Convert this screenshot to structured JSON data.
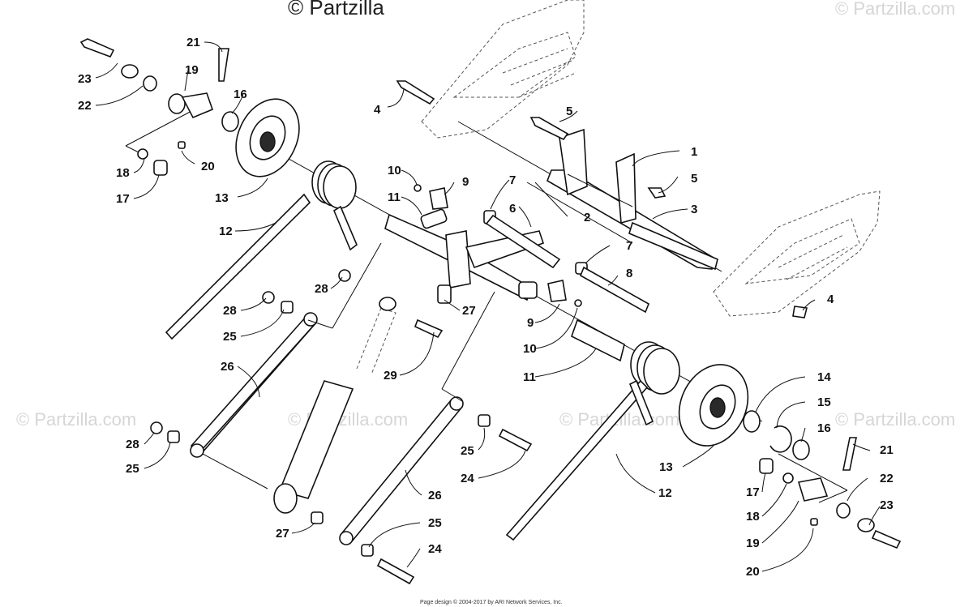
{
  "watermark_top": "© Partzilla",
  "watermarks": [
    "© Partzilla.com",
    "© Partzilla.com",
    "© Partzilla.com",
    "© Partzilla.com",
    "© Partzilla.com"
  ],
  "footer": "Page design © 2004-2017 by ARI Network Services, Inc.",
  "callouts": [
    {
      "id": "c1",
      "label": "1"
    },
    {
      "id": "c2",
      "label": "2"
    },
    {
      "id": "c3",
      "label": "3"
    },
    {
      "id": "c4a",
      "label": "4"
    },
    {
      "id": "c4b",
      "label": "4"
    },
    {
      "id": "c5a",
      "label": "5"
    },
    {
      "id": "c5b",
      "label": "5"
    },
    {
      "id": "c6",
      "label": "6"
    },
    {
      "id": "c7a",
      "label": "7"
    },
    {
      "id": "c7b",
      "label": "7"
    },
    {
      "id": "c8",
      "label": "8"
    },
    {
      "id": "c9a",
      "label": "9"
    },
    {
      "id": "c9b",
      "label": "9"
    },
    {
      "id": "c10a",
      "label": "10"
    },
    {
      "id": "c10b",
      "label": "10"
    },
    {
      "id": "c11a",
      "label": "11"
    },
    {
      "id": "c11b",
      "label": "11"
    },
    {
      "id": "c12a",
      "label": "12"
    },
    {
      "id": "c12b",
      "label": "12"
    },
    {
      "id": "c13a",
      "label": "13"
    },
    {
      "id": "c13b",
      "label": "13"
    },
    {
      "id": "c14",
      "label": "14"
    },
    {
      "id": "c15",
      "label": "15"
    },
    {
      "id": "c16a",
      "label": "16"
    },
    {
      "id": "c16b",
      "label": "16"
    },
    {
      "id": "c17a",
      "label": "17"
    },
    {
      "id": "c17b",
      "label": "17"
    },
    {
      "id": "c18a",
      "label": "18"
    },
    {
      "id": "c18b",
      "label": "18"
    },
    {
      "id": "c19a",
      "label": "19"
    },
    {
      "id": "c19b",
      "label": "19"
    },
    {
      "id": "c20a",
      "label": "20"
    },
    {
      "id": "c20b",
      "label": "20"
    },
    {
      "id": "c21a",
      "label": "21"
    },
    {
      "id": "c21b",
      "label": "21"
    },
    {
      "id": "c22a",
      "label": "22"
    },
    {
      "id": "c22b",
      "label": "22"
    },
    {
      "id": "c23a",
      "label": "23"
    },
    {
      "id": "c23b",
      "label": "23"
    },
    {
      "id": "c24a",
      "label": "24"
    },
    {
      "id": "c24b",
      "label": "24"
    },
    {
      "id": "c25a",
      "label": "25"
    },
    {
      "id": "c25b",
      "label": "25"
    },
    {
      "id": "c25c",
      "label": "25"
    },
    {
      "id": "c25d",
      "label": "25"
    },
    {
      "id": "c26a",
      "label": "26"
    },
    {
      "id": "c26b",
      "label": "26"
    },
    {
      "id": "c27a",
      "label": "27"
    },
    {
      "id": "c27b",
      "label": "27"
    },
    {
      "id": "c28a",
      "label": "28"
    },
    {
      "id": "c28b",
      "label": "28"
    },
    {
      "id": "c28c",
      "label": "28"
    },
    {
      "id": "c29",
      "label": "29"
    }
  ]
}
